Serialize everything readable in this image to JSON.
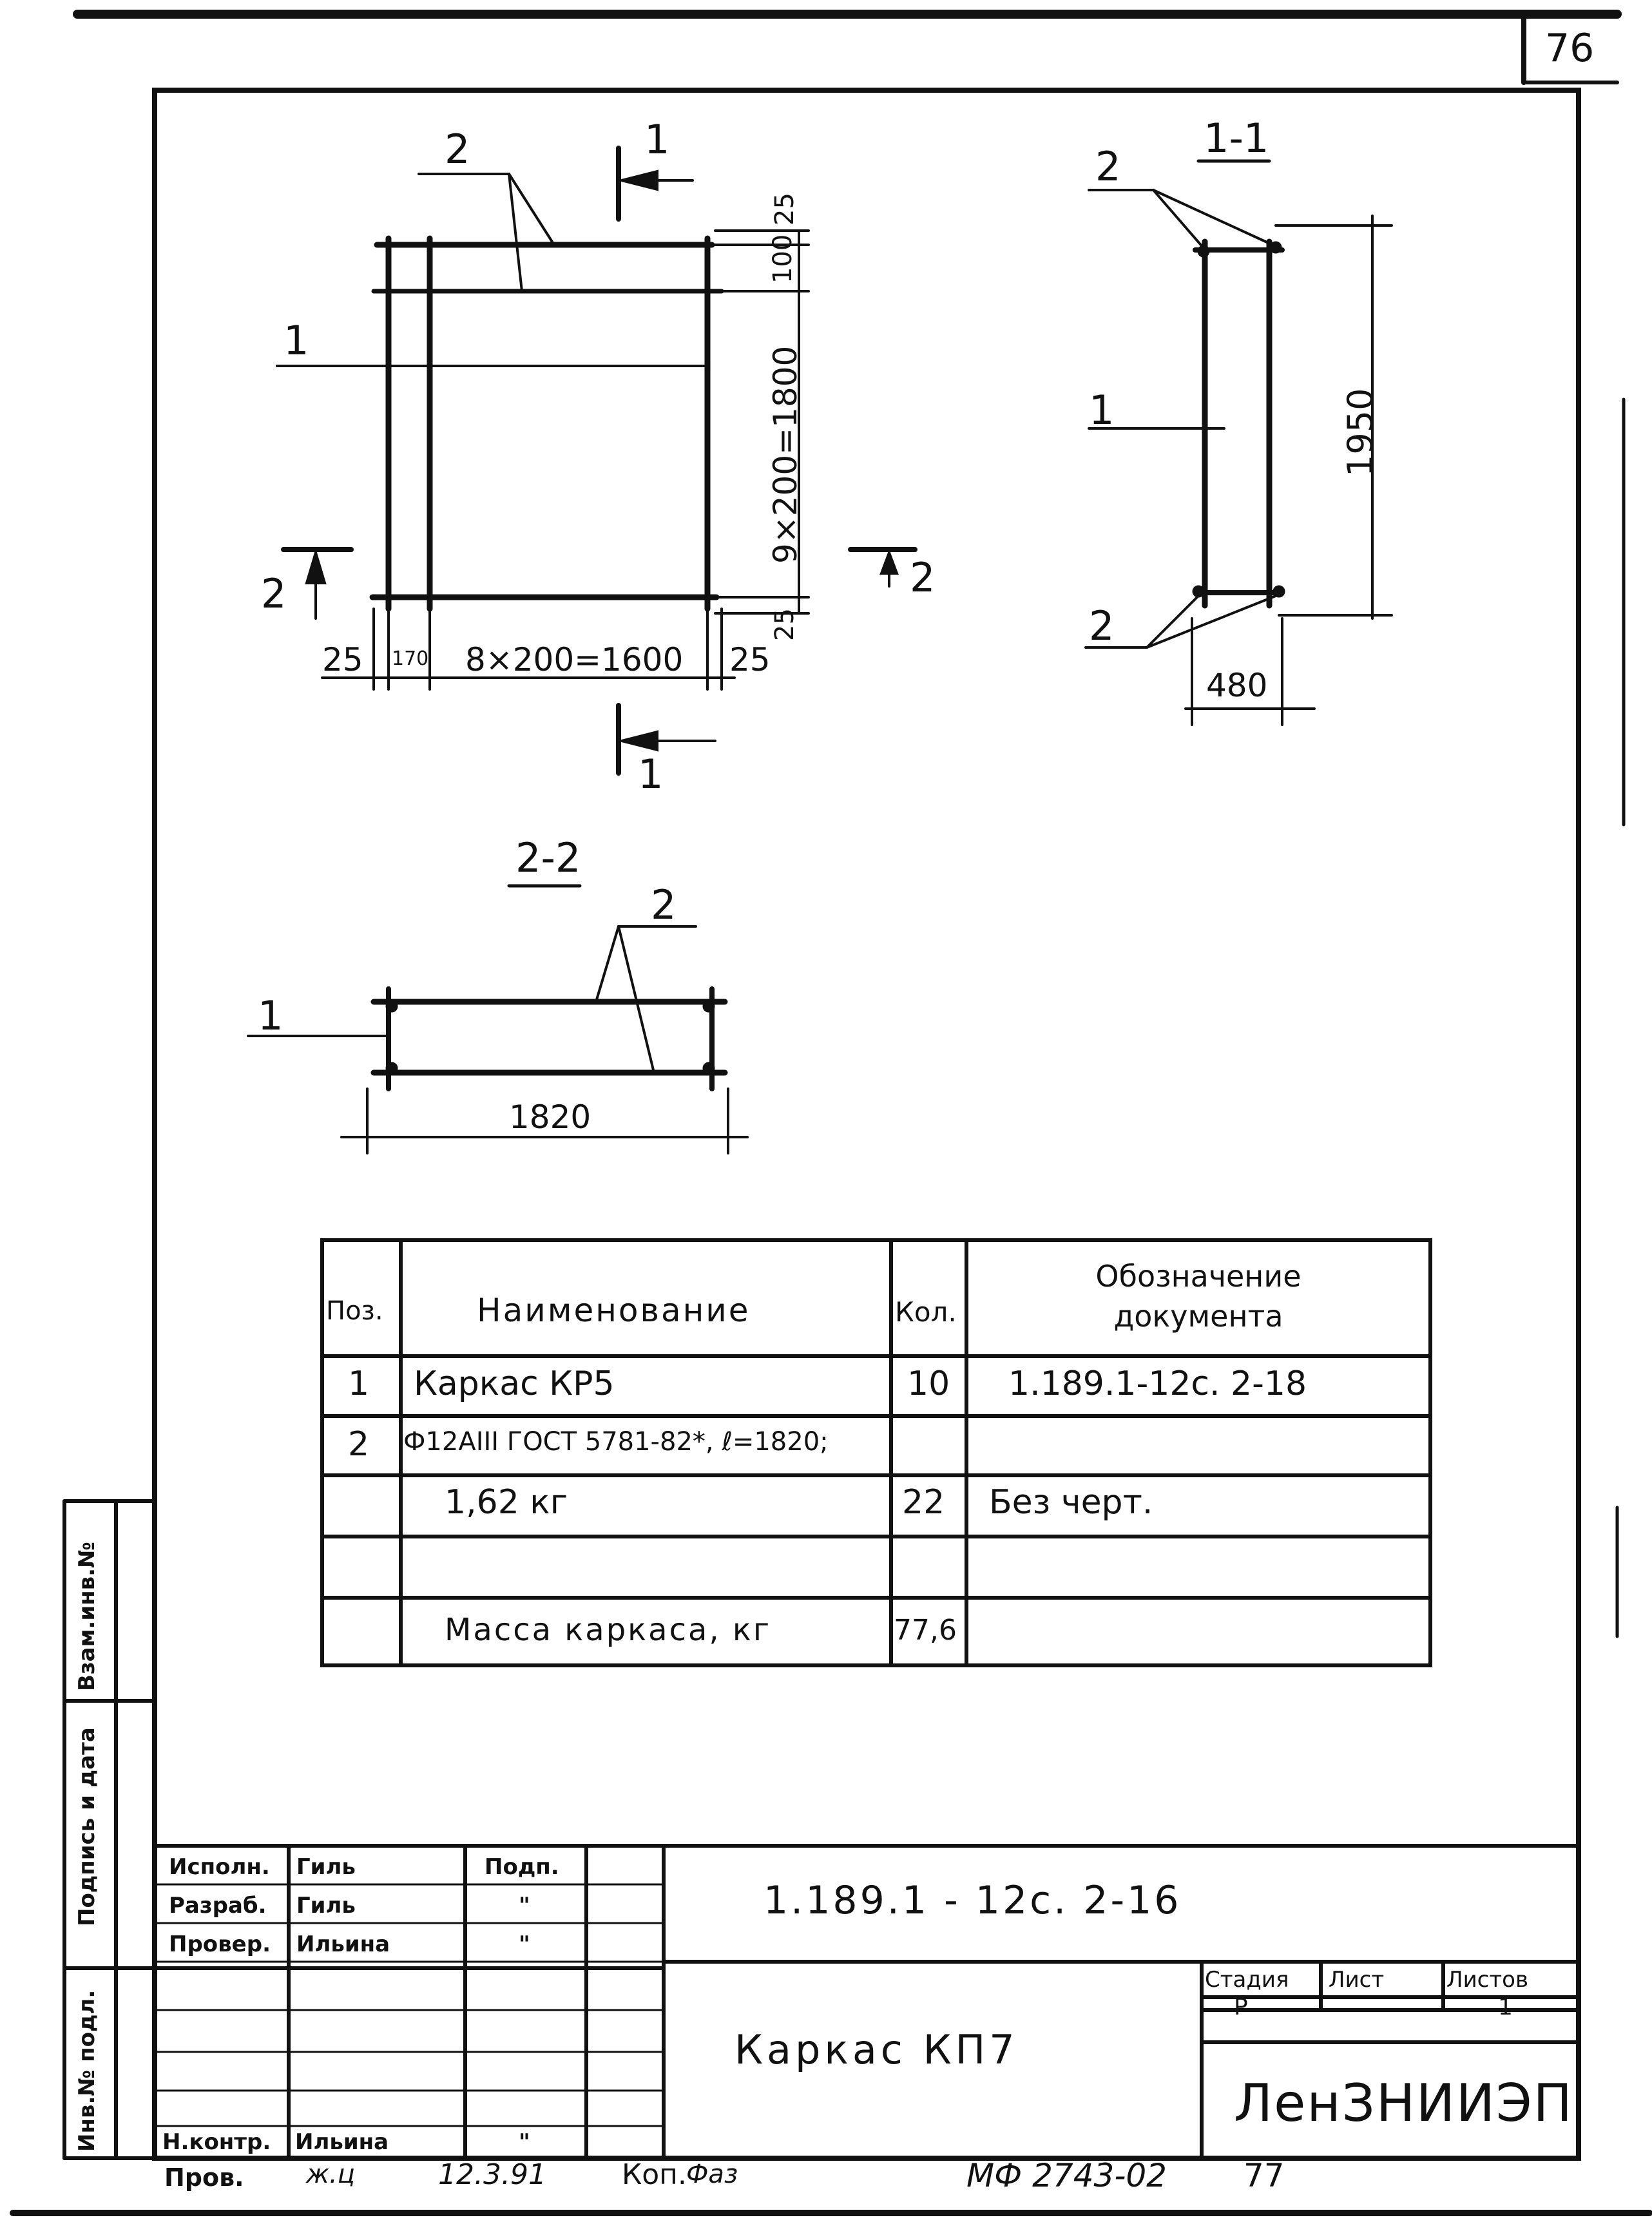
{
  "page": {
    "sheet_corner_number": "76"
  },
  "drawing": {
    "mark_pos1": "1",
    "mark_pos2": "2",
    "section_1_1": "1-1",
    "section_2_2": "2-2",
    "section_mark_1": "1",
    "section_mark_2": "2",
    "dims": {
      "d25": "25",
      "d100": "100",
      "d1800": "9×200=1800",
      "d170": "170",
      "d1600": "8×200=1600",
      "d1950": "1950",
      "d480": "480",
      "d1820": "1820"
    }
  },
  "spec_table": {
    "headers": {
      "pos": "Поз.",
      "name": "Наименование",
      "qty": "Кол.",
      "doc": "Обозначение документа"
    },
    "rows": [
      {
        "pos": "1",
        "name": "Каркас КР5",
        "qty": "10",
        "doc": "1.189.1-12с. 2-18"
      },
      {
        "pos": "2",
        "name": "Ф12АIII ГОСТ 5781-82*, ℓ=1820;",
        "qty": "",
        "doc": ""
      },
      {
        "pos": "",
        "name": "1,62 кг",
        "qty": "22",
        "doc": "Без черт."
      },
      {
        "pos": "",
        "name": "",
        "qty": "",
        "doc": ""
      },
      {
        "pos": "",
        "name": "Масса каркаса, кг",
        "qty": "77,6",
        "doc": ""
      }
    ]
  },
  "side_stamp": {
    "vzam_inv": "Взам.инв.№",
    "podpis_data": "Подпись и дата",
    "inv_podl": "Инв.№ подл."
  },
  "title_block": {
    "roles": [
      {
        "role": "Исполн.",
        "name": "Гиль",
        "sign": "Подп."
      },
      {
        "role": "Разраб.",
        "name": "Гиль",
        "sign": "\""
      },
      {
        "role": "Провер.",
        "name": "Ильина",
        "sign": "\""
      },
      {
        "role": "",
        "name": "",
        "sign": ""
      },
      {
        "role": "",
        "name": "",
        "sign": ""
      },
      {
        "role": "",
        "name": "",
        "sign": ""
      },
      {
        "role": "",
        "name": "",
        "sign": ""
      },
      {
        "role": "Н.контр.",
        "name": "Ильина",
        "sign": "\""
      }
    ],
    "designation": "1.189.1 - 12с. 2-16",
    "title": "Каркас КП7",
    "stage_label": "Стадия",
    "sheet_label": "Лист",
    "sheets_label": "Листов",
    "stage": "Р",
    "sheets": "1",
    "organization": "ЛенЗНИИЭП"
  },
  "footer": {
    "prov_label": "Пров.",
    "signature": "ж.ц",
    "date": "12.3.91",
    "copy_label": "Коп.",
    "copy_sign": "Фаз",
    "archive_number": "МФ 2743-02",
    "archive_page": "77"
  }
}
